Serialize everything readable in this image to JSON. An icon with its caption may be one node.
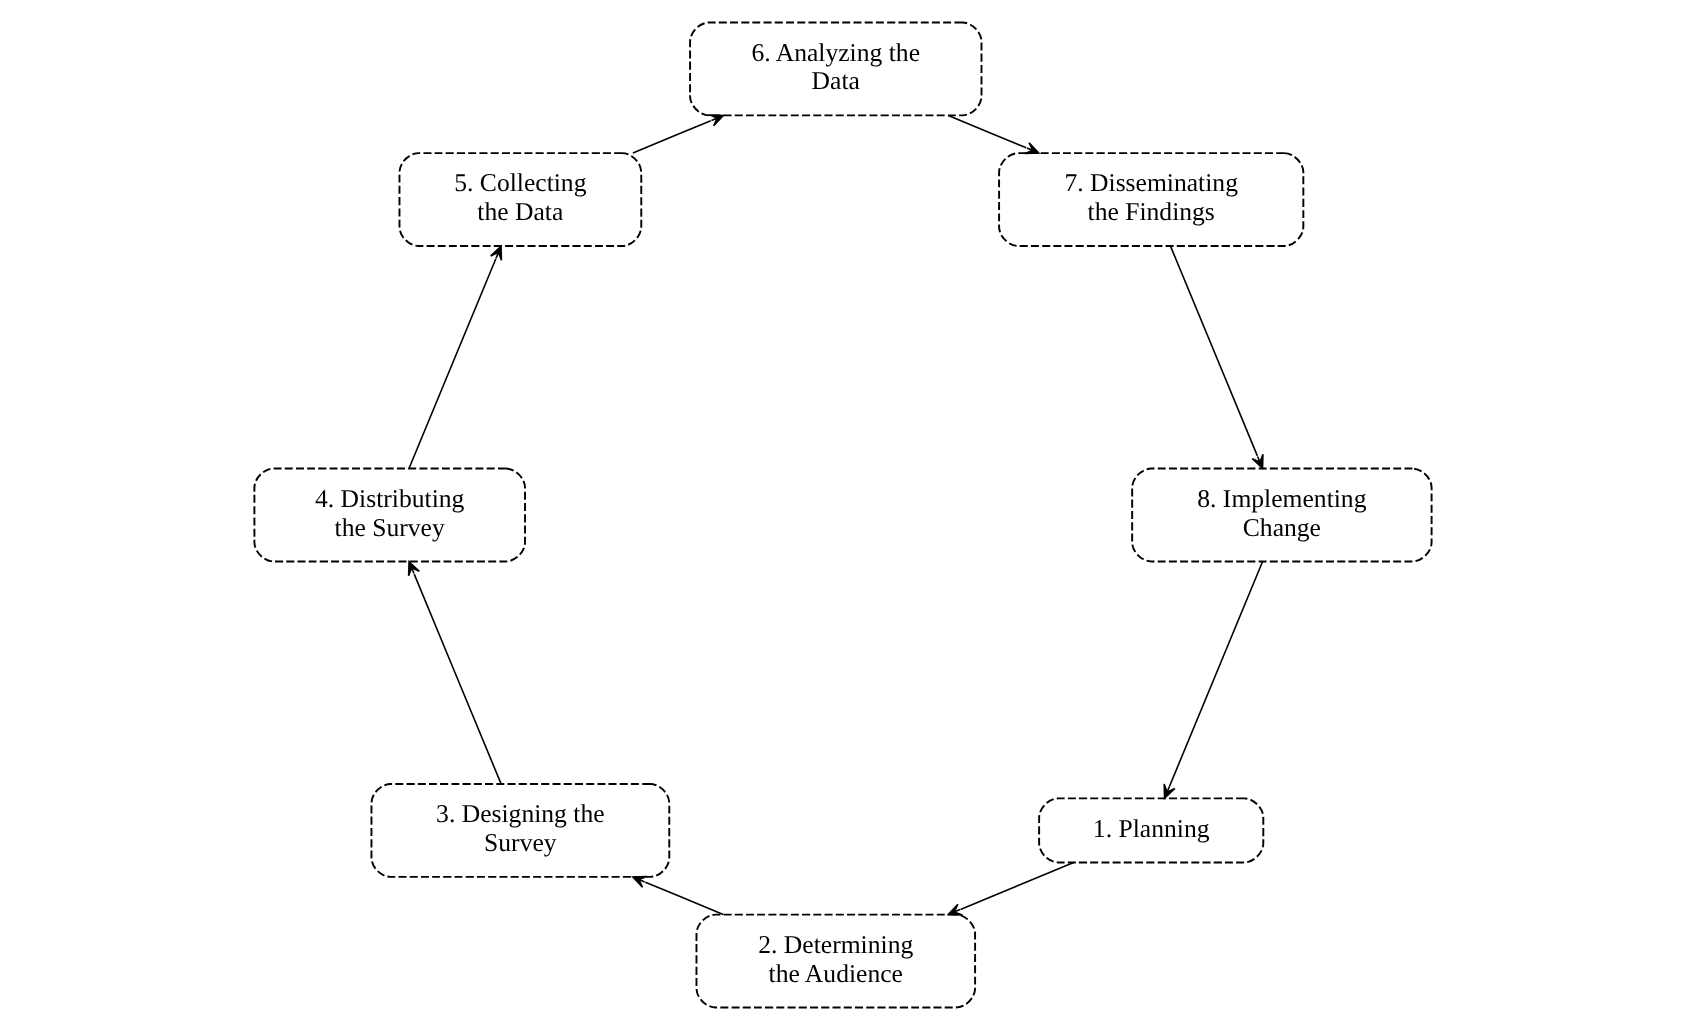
{
  "diagram": {
    "nodes": [
      {
        "text": [
          "1. Planning"
        ]
      },
      {
        "text": [
          "2. Determining the Audience"
        ]
      },
      {
        "text": [
          "3. Designing the Survey"
        ]
      },
      {
        "text": [
          "4. Distributing the Survey"
        ]
      },
      {
        "text": [
          "5. Collecting the Data"
        ]
      },
      {
        "text": [
          "6. Analyzing the Data"
        ]
      },
      {
        "text": [
          "7. Disseminating the Findings"
        ]
      },
      {
        "text": [
          "8. Implementing Change"
        ]
      }
    ],
    "edges": [
      {
        "from": 0,
        "to": 1,
        "arrow": "to"
      },
      {
        "from": 1,
        "to": 2,
        "arrow": "to"
      },
      {
        "from": 2,
        "to": 3,
        "arrow": "to"
      },
      {
        "from": 3,
        "to": 4,
        "arrow": "to"
      },
      {
        "from": 4,
        "to": 5,
        "arrow": "to"
      },
      {
        "from": 5,
        "to": 6,
        "arrow": "to"
      },
      {
        "from": 6,
        "to": 7,
        "arrow": "to"
      },
      {
        "from": 7,
        "to": 0,
        "arrow": "to"
      }
    ]
  }
}
